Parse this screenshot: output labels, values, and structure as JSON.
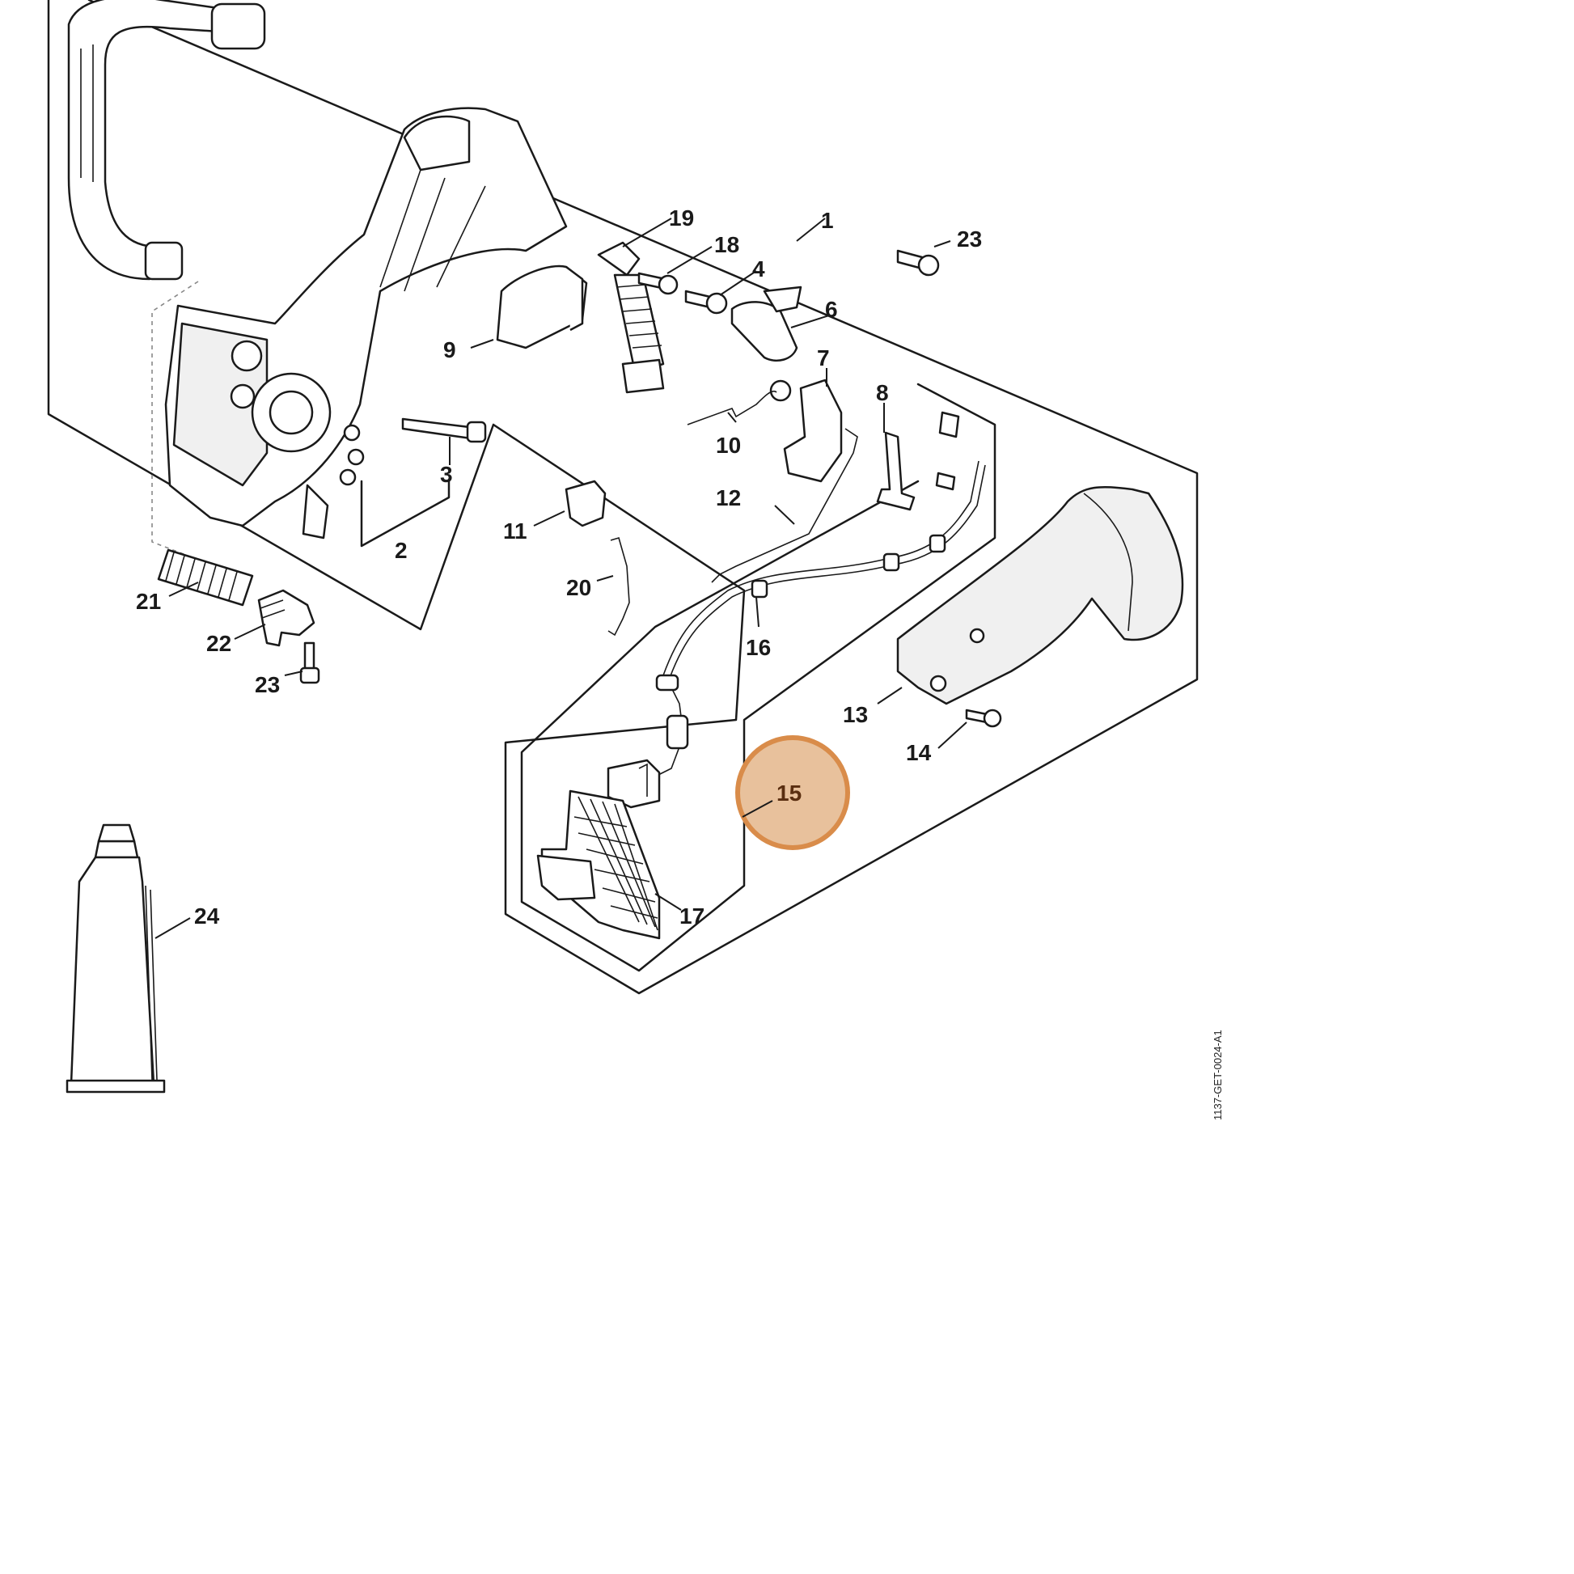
{
  "diagram": {
    "reference_code": "1137-GET-0024-A1",
    "highlight": {
      "part_number": "15",
      "fill_color": "#e8c19c",
      "stroke_color": "#d98c4a"
    },
    "callouts": [
      {
        "id": "1",
        "label": "1"
      },
      {
        "id": "2",
        "label": "2"
      },
      {
        "id": "3",
        "label": "3"
      },
      {
        "id": "4",
        "label": "4"
      },
      {
        "id": "6",
        "label": "6"
      },
      {
        "id": "7",
        "label": "7"
      },
      {
        "id": "8",
        "label": "8"
      },
      {
        "id": "9",
        "label": "9"
      },
      {
        "id": "10",
        "label": "10"
      },
      {
        "id": "11",
        "label": "11"
      },
      {
        "id": "12",
        "label": "12"
      },
      {
        "id": "13",
        "label": "13"
      },
      {
        "id": "14",
        "label": "14"
      },
      {
        "id": "15",
        "label": "15"
      },
      {
        "id": "16",
        "label": "16"
      },
      {
        "id": "17",
        "label": "17"
      },
      {
        "id": "18",
        "label": "18"
      },
      {
        "id": "19",
        "label": "19"
      },
      {
        "id": "20",
        "label": "20"
      },
      {
        "id": "21",
        "label": "21"
      },
      {
        "id": "22",
        "label": "22"
      },
      {
        "id": "23a",
        "label": "23"
      },
      {
        "id": "23b",
        "label": "23"
      },
      {
        "id": "24",
        "label": "24"
      }
    ]
  }
}
